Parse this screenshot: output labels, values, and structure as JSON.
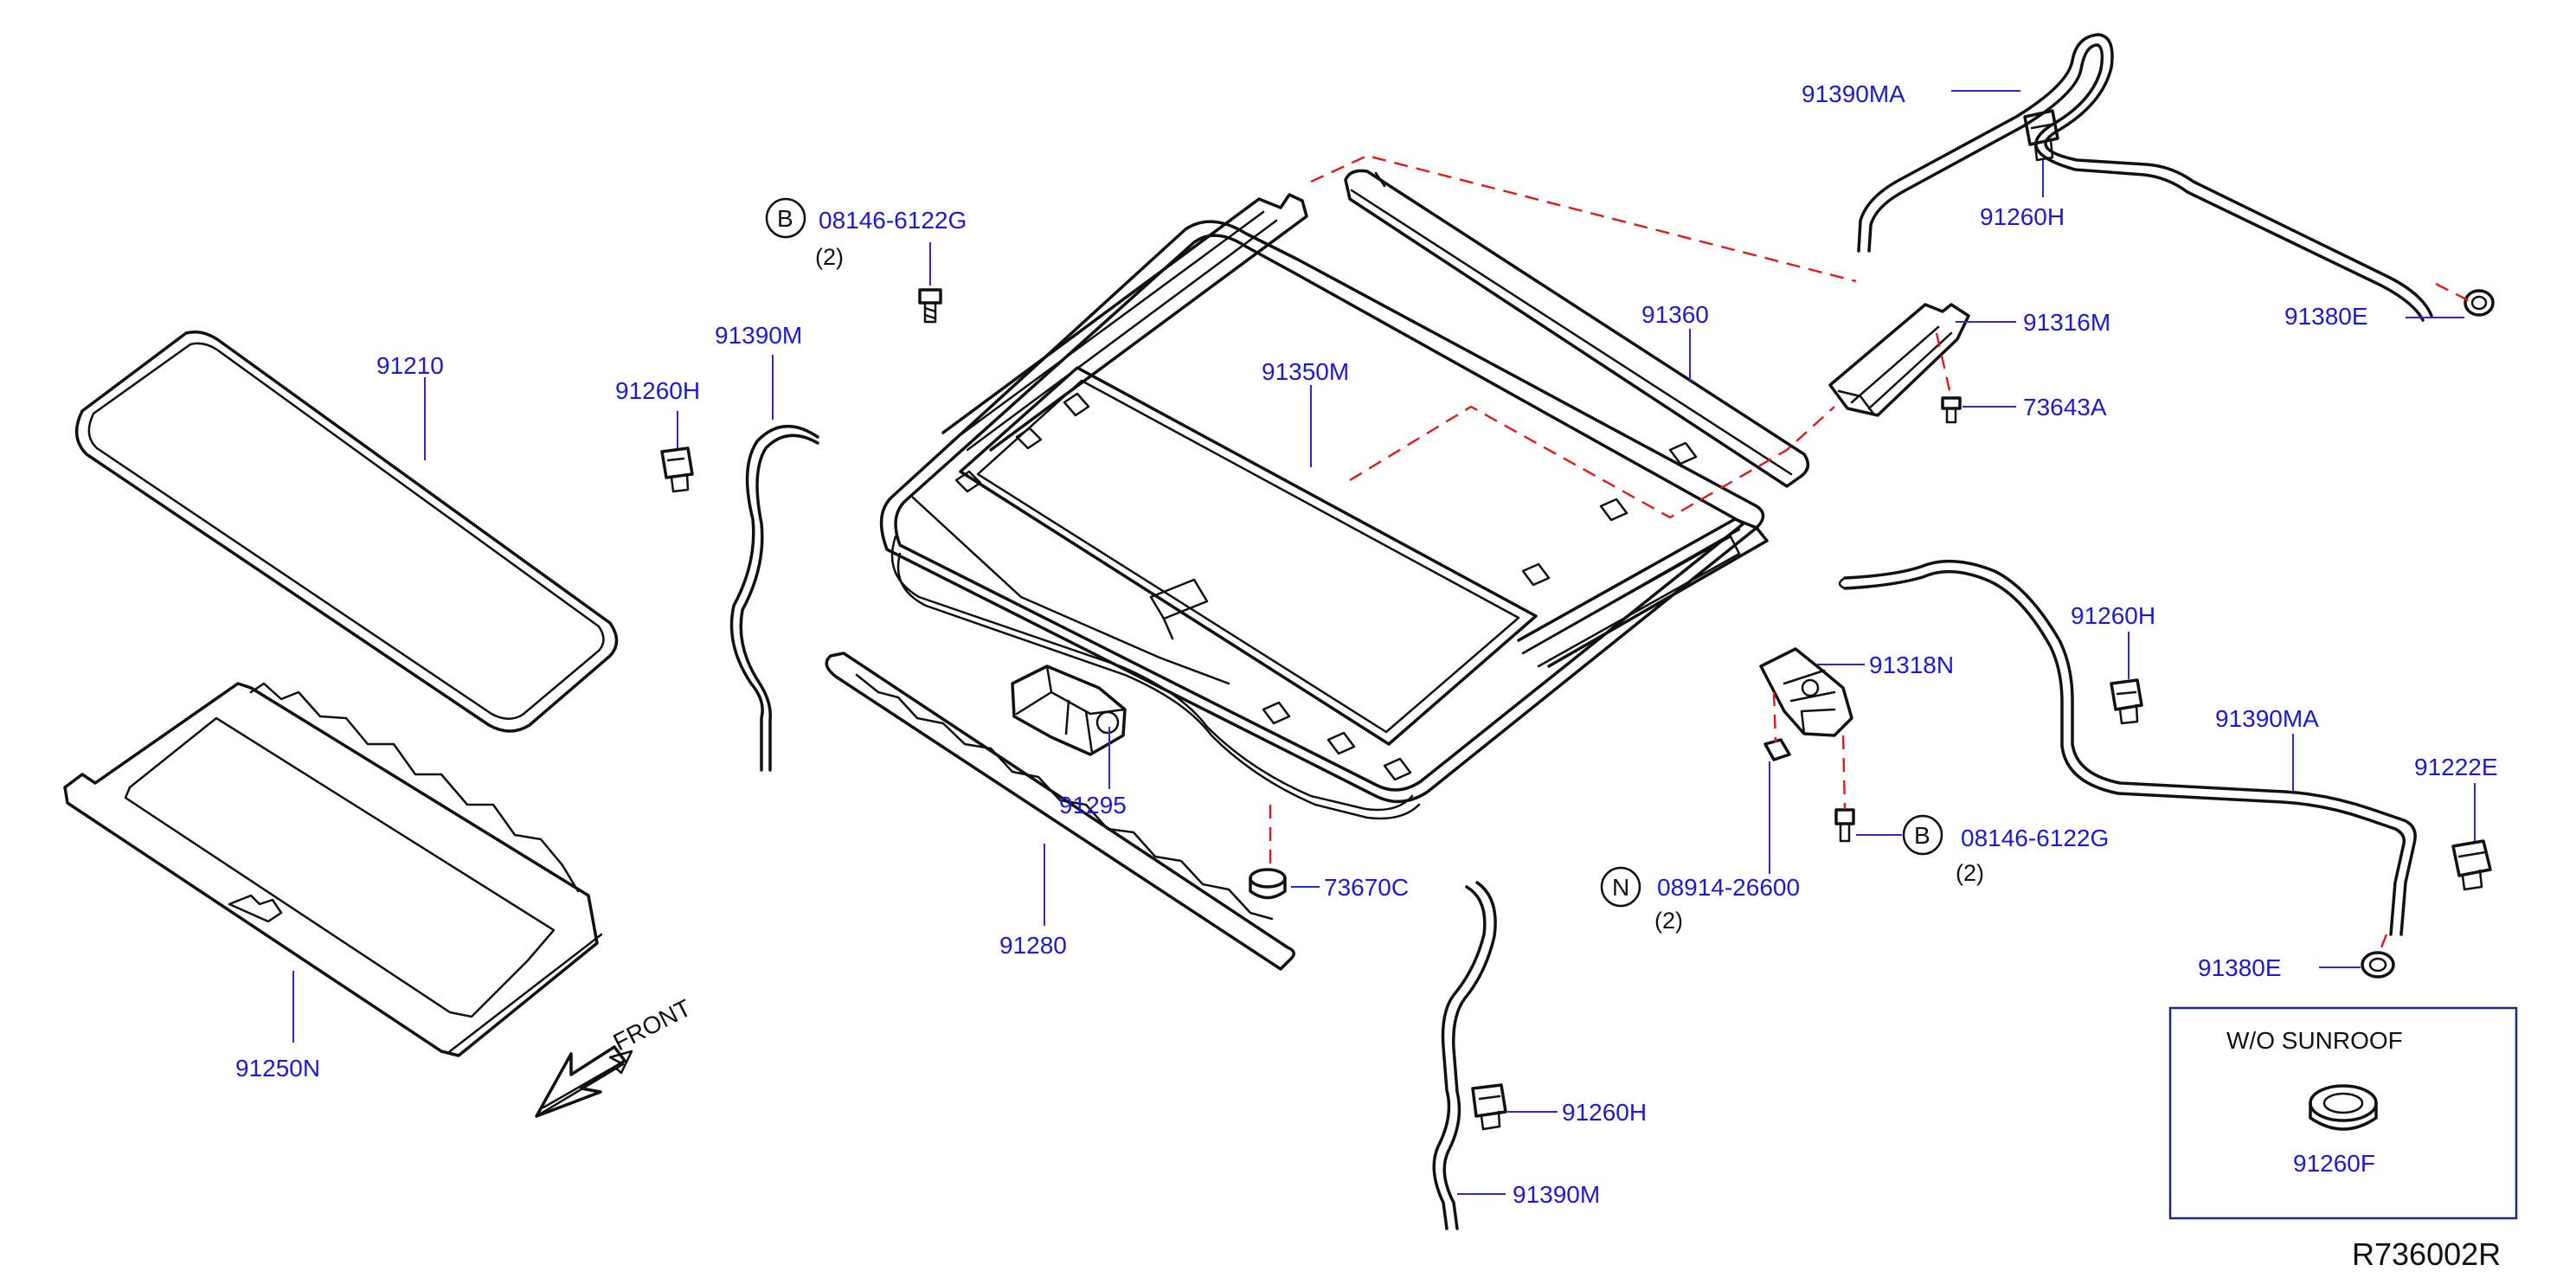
{
  "diagram": {
    "reference_code": "R736002R",
    "front_label": "FRONT",
    "inset": {
      "title": "W/O   SUNROOF",
      "part": "91260F"
    },
    "callouts": {
      "p91210": "91210",
      "p91250n": "91250N",
      "p91260h_left": "91260H",
      "p91390m_upper": "91390M",
      "p91280": "91280",
      "p91295": "91295",
      "p91350m": "91350M",
      "p91360": "91360",
      "p73670c": "73670C",
      "p91390ma_top": "91390MA",
      "p91260h_top": "91260H",
      "p91380e_top": "91380E",
      "p91316m": "91316M",
      "p73643a": "73643A",
      "p91318n": "91318N",
      "p08914": "08914-26600",
      "p91260h_right": "91260H",
      "p91390ma_right": "91390MA",
      "p91222e": "91222E",
      "p91380e_right": "91380E",
      "p91260h_bottom": "91260H",
      "p91390m_bottom": "91390M"
    },
    "bolt_top": {
      "marker": "B",
      "part": "08146-6122G",
      "qty": "(2)"
    },
    "bolt_right": {
      "marker": "B",
      "part": "08146-6122G",
      "qty": "(2)"
    },
    "nut": {
      "marker": "N",
      "part": "08914-26600",
      "qty": "(2)"
    }
  }
}
